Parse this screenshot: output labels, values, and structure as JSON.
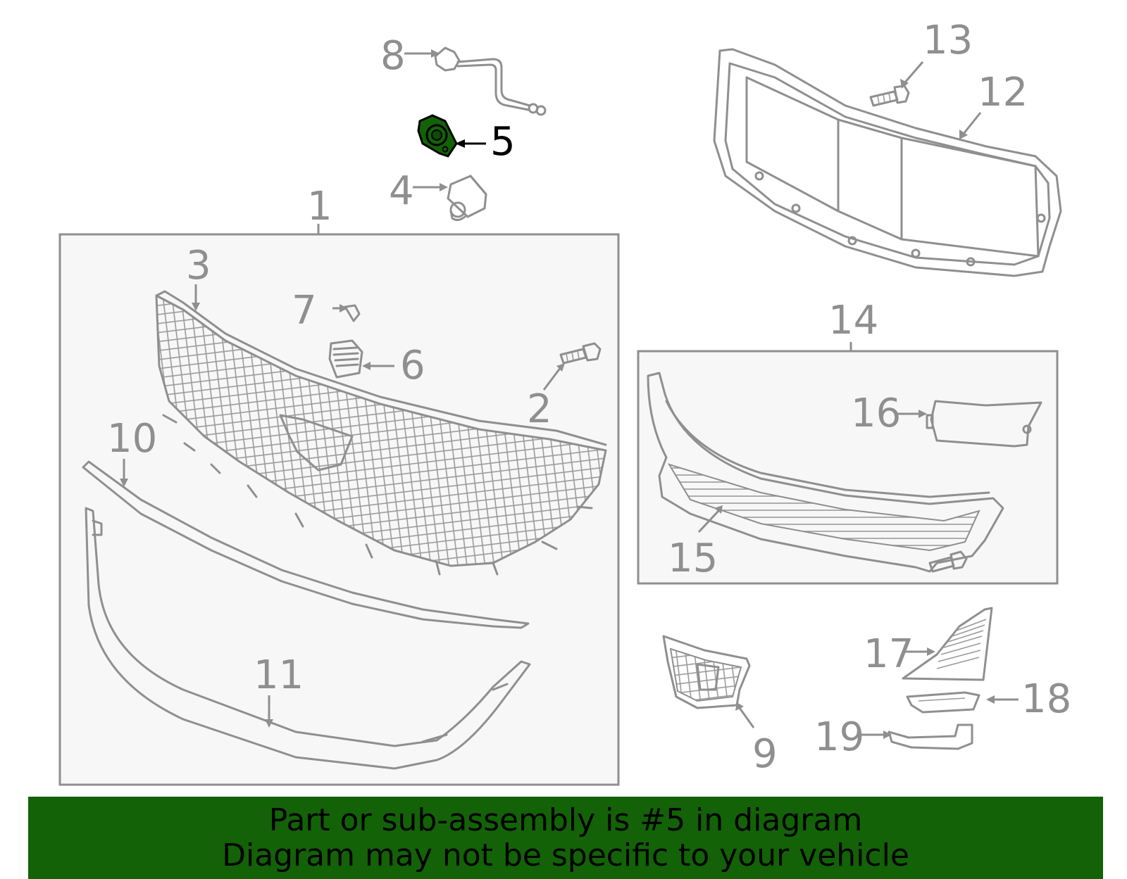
{
  "callouts": [
    {
      "id": "1",
      "text": "1"
    },
    {
      "id": "2",
      "text": "2"
    },
    {
      "id": "3",
      "text": "3"
    },
    {
      "id": "4",
      "text": "4"
    },
    {
      "id": "5",
      "text": "5"
    },
    {
      "id": "6",
      "text": "6"
    },
    {
      "id": "7",
      "text": "7"
    },
    {
      "id": "8",
      "text": "8"
    },
    {
      "id": "9",
      "text": "9"
    },
    {
      "id": "10",
      "text": "10"
    },
    {
      "id": "11",
      "text": "11"
    },
    {
      "id": "12",
      "text": "12"
    },
    {
      "id": "13",
      "text": "13"
    },
    {
      "id": "14",
      "text": "14"
    },
    {
      "id": "15",
      "text": "15"
    },
    {
      "id": "16",
      "text": "16"
    },
    {
      "id": "17",
      "text": "17"
    },
    {
      "id": "18",
      "text": "18"
    },
    {
      "id": "19",
      "text": "19"
    }
  ],
  "highlight": {
    "part": "5",
    "fill_color": "#136207",
    "label_color": "#000000"
  },
  "colors": {
    "line": "#8f8f8f",
    "box_fill": "#f7f7f7",
    "banner": "#136207"
  },
  "banner": {
    "line1": "Part or sub-assembly is #5 in diagram",
    "line2": "Diagram may not be specific to your vehicle"
  }
}
